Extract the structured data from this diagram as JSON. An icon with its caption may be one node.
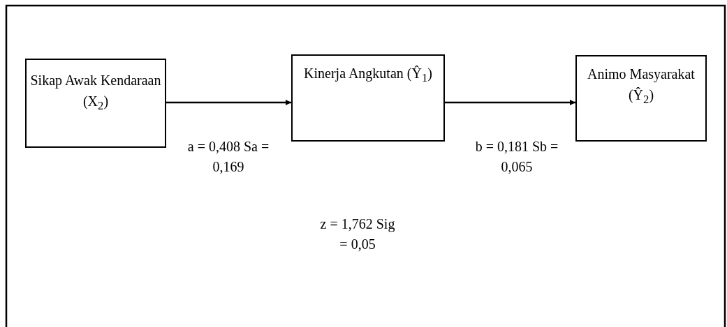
{
  "diagram": {
    "nodes": [
      {
        "text": [
          "Sikap Awak Kendaraan (X$_{2}$)"
        ]
      },
      {
        "text": [
          "Kinerja Angkutan (Ŷ$_{1}$)"
        ]
      },
      {
        "text": [
          "Animo Masyarakat (Ŷ$_{2}$)"
        ]
      }
    ],
    "edges": [
      {
        "from": 0,
        "to": 1,
        "arrow": "to",
        "label": "a = 0,408 Sa = 0,169"
      },
      {
        "from": 1,
        "to": 2,
        "arrow": "to",
        "label": "b = 0,181 Sb = 0,065"
      }
    ],
    "labels": [
      "z = 1,762 Sig = 0,05"
    ]
  }
}
